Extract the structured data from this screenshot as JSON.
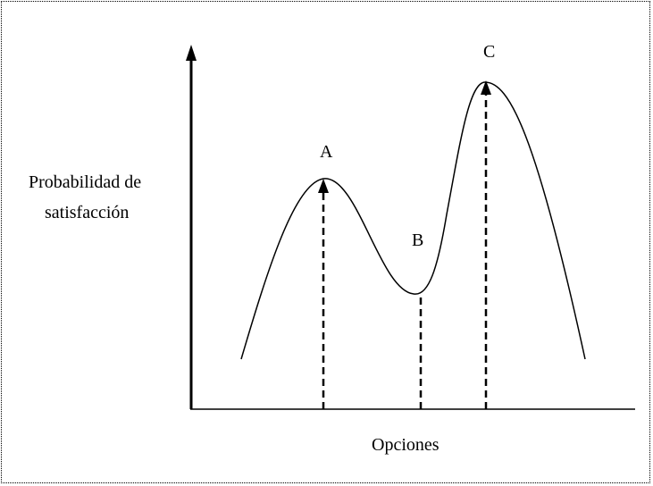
{
  "diagram": {
    "y_axis_label_line1": "Probabilidad de",
    "y_axis_label_line2": "satisfacción",
    "x_axis_label": "Opciones",
    "points": [
      {
        "label": "A"
      },
      {
        "label": "B"
      },
      {
        "label": "C"
      }
    ],
    "colors": {
      "stroke": "#000000",
      "background": "#ffffff"
    }
  }
}
